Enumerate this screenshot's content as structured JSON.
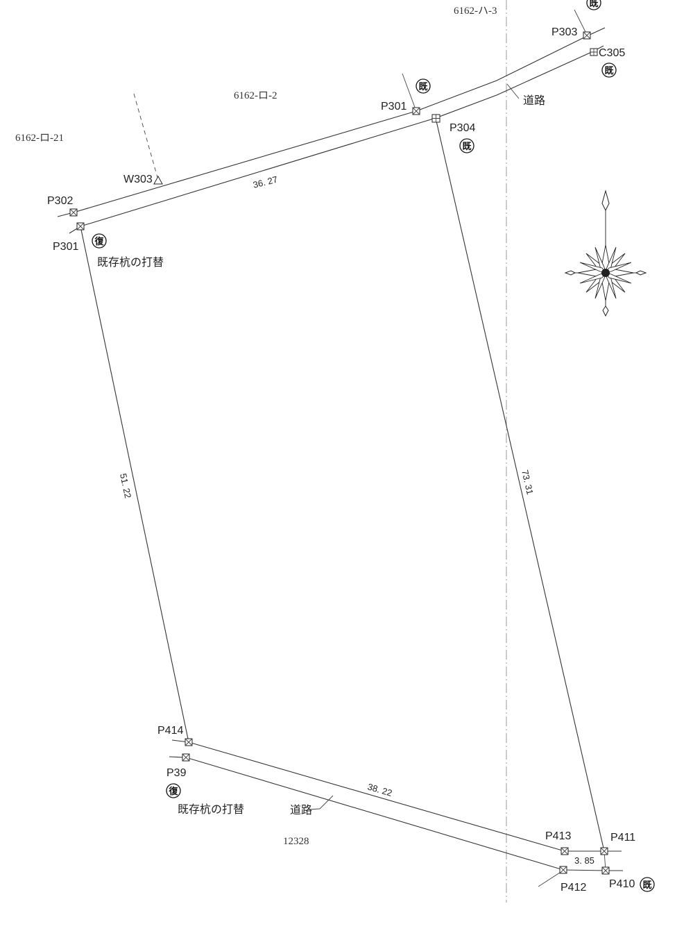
{
  "parcels": {
    "ne": "6162-ハ-3",
    "n": "6162-ロ-2",
    "w": "6162-ロ-21",
    "s": "12328"
  },
  "points": {
    "p303": "P303",
    "c305": "C305",
    "p301_top": "P301",
    "p304": "P304",
    "w303": "W303",
    "p302": "P302",
    "p301_left": "P301",
    "p414": "P414",
    "p39": "P39",
    "p413": "P413",
    "p411": "P411",
    "p412": "P412",
    "p410": "P410"
  },
  "dimensions": {
    "north": "36. 27",
    "west": "51. 22",
    "east": "73. 31",
    "south": "38. 22",
    "se_short": "3. 85"
  },
  "notes": {
    "road_top": "道路",
    "road_bottom": "道路",
    "replace_top": "既存杭の打替",
    "replace_bottom": "既存杭の打替"
  },
  "marks": {
    "existing": "既",
    "restored": "復"
  }
}
